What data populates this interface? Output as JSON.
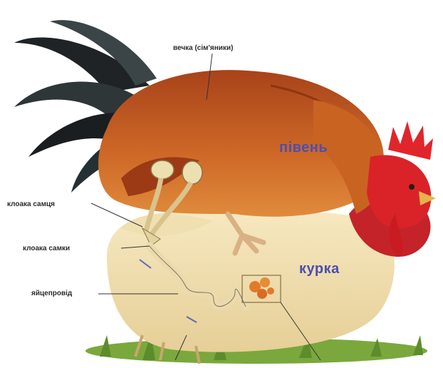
{
  "labels": {
    "testes": "вечка (сім'яники)",
    "rooster": "півень",
    "male_cloaca": "клоака самця",
    "female_cloaca": "клоака самки",
    "hen": "курка",
    "oviduct": "яйцепровід"
  },
  "colors": {
    "rooster_body": "#b5521c",
    "rooster_tail": "#1f2326",
    "comb": "#d41e24",
    "hen_body": "#efdcae",
    "grass": "#6c9a33",
    "organs": "#ecdfb0",
    "ovary": "#e27a2a",
    "label_accent": "#4a4fb0"
  }
}
